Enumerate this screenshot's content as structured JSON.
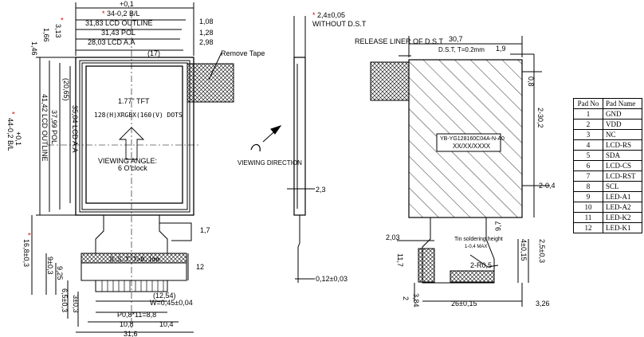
{
  "front_view": {
    "top_tol": "+0,1",
    "bl_width": "34-0,2 B/L",
    "lcd_outline_w": "31,83 LCD OUTLINE",
    "pol_w": "31,43 POL",
    "lcd_aa_w": "28,03 LCD A.A",
    "d108": "1,08",
    "d128": "1,28",
    "d298": "2,98",
    "d17": "(17)",
    "remove_tape": "Remove Tape",
    "d313": "3,13",
    "d166": "1,66",
    "d146": "1,46",
    "d2065": "(20,65)",
    "d3504": "35,04 LCD A.A",
    "d3799": "37,99 POL",
    "d4142": "41,42 LCD OUTLINE",
    "d44": "44-0,2 B/L",
    "d44_tol": "+0,1",
    "tft_title": "1.77\" TFT",
    "tft_res": "128(H)XRGBX(160(V) DOTS",
    "viewing_angle": "VIEWING ANGLE:",
    "viewing_clock": "6 O'clock",
    "dst_label": "D.S.T T=0.1mm",
    "d17b": "1,7",
    "d12": "12",
    "d168": "16,8±0,3",
    "d9": "9±0,3",
    "d925": "9,25",
    "d65": "6,5±0,3",
    "d3": "3±0,3",
    "d1254": "(12,54)",
    "w045": "W=0,45±0,04",
    "p08": "P0,8*11=8,8",
    "d108b": "10,8",
    "d104": "10,4",
    "d316": "31,6"
  },
  "side_view": {
    "d24": "2,4±0,05",
    "without_dst": "WITHOUT D.S.T",
    "viewing_dir": "VIEWING DIRECTION",
    "d23": "2,3",
    "d012": "0,12±0,03"
  },
  "back_view": {
    "release_liner": "RELEASE LINER OF D.S.T",
    "d307": "30,7",
    "dst_t": "D.S.T, T=0.2mm",
    "d19": "1,9",
    "d08": "0,8",
    "d302": "2-30,2",
    "model": "YB-YG128160C04A-N-A0",
    "date_code": "XX/XX/XXXX",
    "d04": "2-0,4",
    "d203": "2,03",
    "solder_note": "Tin soldering height",
    "solder_note2": "1-0,4 MAX",
    "d97": "9,7",
    "d117": "11,7",
    "d415": "4±0,15",
    "d25": "2,5±0,3",
    "r05": "2-R0,5",
    "d384": "3,84",
    "d2b": "2",
    "d26": "26±0,15",
    "d326": "3,26"
  },
  "pin_table": {
    "head_no": "Pad No",
    "head_name": "Pad Name",
    "rows": [
      {
        "no": "1",
        "name": "GND"
      },
      {
        "no": "2",
        "name": "VDD"
      },
      {
        "no": "3",
        "name": "NC"
      },
      {
        "no": "4",
        "name": "LCD-RS"
      },
      {
        "no": "5",
        "name": "SDA"
      },
      {
        "no": "6",
        "name": "LCD-CS"
      },
      {
        "no": "7",
        "name": "LCD-RST"
      },
      {
        "no": "8",
        "name": "SCL"
      },
      {
        "no": "9",
        "name": "LED-A1"
      },
      {
        "no": "10",
        "name": "LED-A2"
      },
      {
        "no": "11",
        "name": "LED-K2"
      },
      {
        "no": "12",
        "name": "LED-K1"
      }
    ]
  }
}
